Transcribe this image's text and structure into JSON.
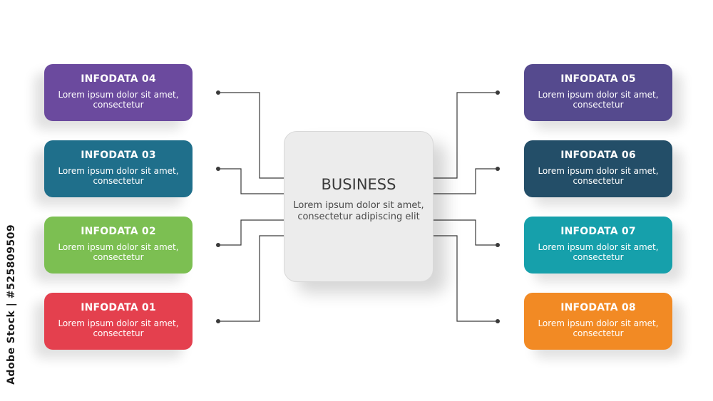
{
  "center": {
    "title": "BUSINESS",
    "text": "Lorem ipsum dolor sit amet, consectetur adipiscing elit",
    "color": "#ececec"
  },
  "cards": [
    {
      "id": "04",
      "title": "INFODATA 04",
      "text": "Lorem ipsum dolor sit amet, consectetur",
      "color": "#6b4a9e",
      "side": "left"
    },
    {
      "id": "03",
      "title": "INFODATA 03",
      "text": "Lorem ipsum dolor sit amet, consectetur",
      "color": "#1f6f8b",
      "side": "left"
    },
    {
      "id": "02",
      "title": "INFODATA 02",
      "text": "Lorem ipsum dolor sit amet, consectetur",
      "color": "#7cbf52",
      "side": "left"
    },
    {
      "id": "01",
      "title": "INFODATA 01",
      "text": "Lorem ipsum dolor sit amet, consectetur",
      "color": "#e4404e",
      "side": "left"
    },
    {
      "id": "05",
      "title": "INFODATA 05",
      "text": "Lorem ipsum dolor sit amet, consectetur",
      "color": "#554a8e",
      "side": "right"
    },
    {
      "id": "06",
      "title": "INFODATA 06",
      "text": "Lorem ipsum dolor sit amet, consectetur",
      "color": "#234e68",
      "side": "right"
    },
    {
      "id": "07",
      "title": "INFODATA 07",
      "text": "Lorem ipsum dolor sit amet, consectetur",
      "color": "#16a0ab",
      "side": "right"
    },
    {
      "id": "08",
      "title": "INFODATA 08",
      "text": "Lorem ipsum dolor sit amet, consectetur",
      "color": "#f28a24",
      "side": "right"
    }
  ],
  "watermark": {
    "text": "Adobe Stock | #525809509"
  }
}
